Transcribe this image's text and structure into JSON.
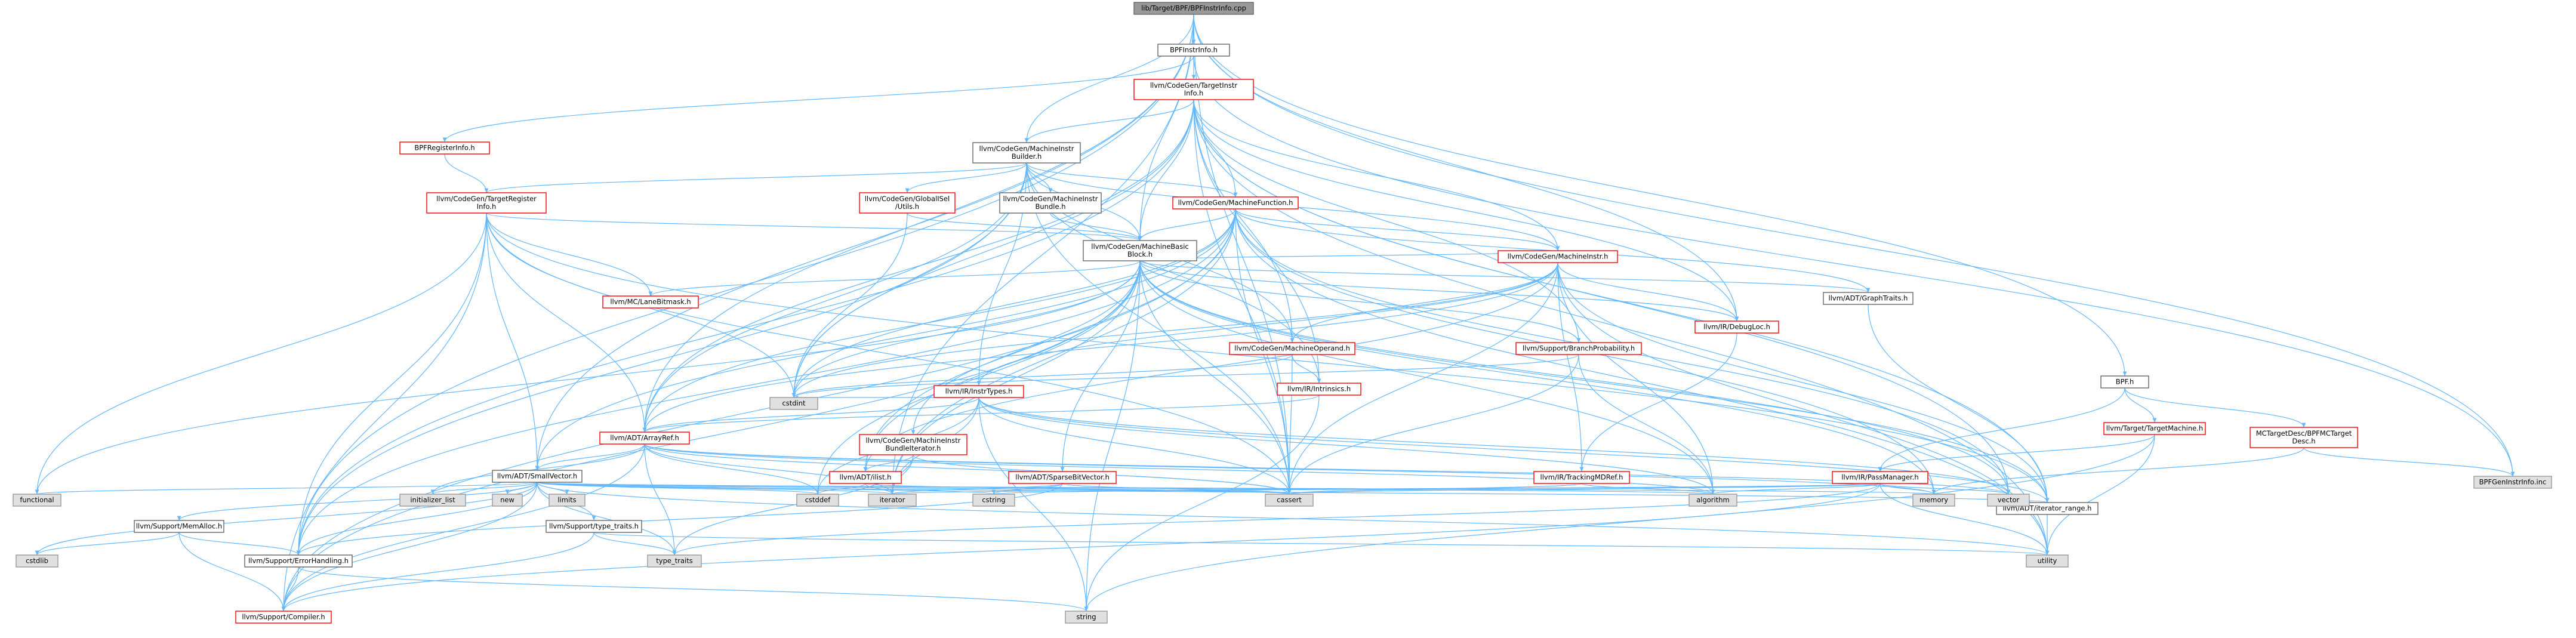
{
  "diagram": {
    "kind": "include dependency graph",
    "colors": {
      "edge": "#63b8ff",
      "root_fill": "#999999",
      "red_border": "#ff0000",
      "gray_border": "#999999",
      "black_border": "#666666",
      "default_fill": "#ffffff",
      "system_fill": "#e0e0e0"
    },
    "nodes": [
      {
        "id": "root",
        "label": "lib/Target/BPF/BPFInstrInfo.cpp",
        "style": "root"
      },
      {
        "id": "bpfinstrinfo_h",
        "label": "BPFInstrInfo.h",
        "style": "black"
      },
      {
        "id": "tii_h",
        "label": "llvm/CodeGen/TargetInstr\nInfo.h",
        "style": "red"
      },
      {
        "id": "bpfreginfo_h",
        "label": "BPFRegisterInfo.h",
        "style": "red"
      },
      {
        "id": "mib_h",
        "label": "llvm/CodeGen/MachineInstr\nBuilder.h",
        "style": "black"
      },
      {
        "id": "tri_h",
        "label": "llvm/CodeGen/TargetRegister\nInfo.h",
        "style": "red"
      },
      {
        "id": "gisel_utils",
        "label": "llvm/CodeGen/GlobalISel\n/Utils.h",
        "style": "red"
      },
      {
        "id": "mibundle_h",
        "label": "llvm/CodeGen/MachineInstr\nBundle.h",
        "style": "black"
      },
      {
        "id": "mf_h",
        "label": "llvm/CodeGen/MachineFunction.h",
        "style": "red"
      },
      {
        "id": "mbb_h",
        "label": "llvm/CodeGen/MachineBasic\nBlock.h",
        "style": "black"
      },
      {
        "id": "lanebitmask",
        "label": "llvm/MC/LaneBitmask.h",
        "style": "red"
      },
      {
        "id": "mi_h",
        "label": "llvm/CodeGen/MachineInstr.h",
        "style": "red"
      },
      {
        "id": "graphtraits",
        "label": "llvm/ADT/GraphTraits.h",
        "style": "black"
      },
      {
        "id": "mo_h",
        "label": "llvm/CodeGen/MachineOperand.h",
        "style": "red"
      },
      {
        "id": "branchprob",
        "label": "llvm/Support/BranchProbability.h",
        "style": "red"
      },
      {
        "id": "debugloc",
        "label": "llvm/IR/DebugLoc.h",
        "style": "red"
      },
      {
        "id": "intrinsics",
        "label": "llvm/IR/Intrinsics.h",
        "style": "red"
      },
      {
        "id": "instrtypes",
        "label": "llvm/IR/InstrTypes.h",
        "style": "red"
      },
      {
        "id": "bpf_h",
        "label": "BPF.h",
        "style": "black"
      },
      {
        "id": "targetmachine",
        "label": "llvm/Target/TargetMachine.h",
        "style": "red"
      },
      {
        "id": "mctargetdesc",
        "label": "MCTargetDesc/BPFMCTarget\nDesc.h",
        "style": "red"
      },
      {
        "id": "arrayref",
        "label": "llvm/ADT/ArrayRef.h",
        "style": "red"
      },
      {
        "id": "mibundleiter",
        "label": "llvm/CodeGen/MachineInstr\nBundleIterator.h",
        "style": "red"
      },
      {
        "id": "ilist",
        "label": "llvm/ADT/ilist.h",
        "style": "red"
      },
      {
        "id": "sparsebitvector",
        "label": "llvm/ADT/SparseBitVector.h",
        "style": "red"
      },
      {
        "id": "trackingmdref",
        "label": "llvm/IR/TrackingMDRef.h",
        "style": "red"
      },
      {
        "id": "passmanager",
        "label": "llvm/IR/PassManager.h",
        "style": "red"
      },
      {
        "id": "smallvector",
        "label": "llvm/ADT/SmallVector.h",
        "style": "black"
      },
      {
        "id": "iterrange",
        "label": "llvm/ADT/iterator_range.h",
        "style": "black"
      },
      {
        "id": "memalloc",
        "label": "llvm/Support/MemAlloc.h",
        "style": "black"
      },
      {
        "id": "typetraits_support",
        "label": "llvm/Support/type_traits.h",
        "style": "black"
      },
      {
        "id": "errorhandling",
        "label": "llvm/Support/ErrorHandling.h",
        "style": "black"
      },
      {
        "id": "compiler",
        "label": "llvm/Support/Compiler.h",
        "style": "red"
      },
      {
        "id": "bpfgeninstrinfo",
        "label": "BPFGenInstrInfo.inc",
        "style": "system"
      },
      {
        "id": "cstdint",
        "label": "cstdint",
        "style": "system"
      },
      {
        "id": "cassert",
        "label": "cassert",
        "style": "system"
      },
      {
        "id": "vector",
        "label": "vector",
        "style": "system"
      },
      {
        "id": "utility",
        "label": "utility",
        "style": "system"
      },
      {
        "id": "memory",
        "label": "memory",
        "style": "system"
      },
      {
        "id": "algorithm",
        "label": "algorithm",
        "style": "system"
      },
      {
        "id": "iterator",
        "label": "iterator",
        "style": "system"
      },
      {
        "id": "cstddef",
        "label": "cstddef",
        "style": "system"
      },
      {
        "id": "cstring",
        "label": "cstring",
        "style": "system"
      },
      {
        "id": "functional",
        "label": "functional",
        "style": "system"
      },
      {
        "id": "initlist",
        "label": "initializer_list",
        "style": "system"
      },
      {
        "id": "new",
        "label": "new",
        "style": "system"
      },
      {
        "id": "limits",
        "label": "limits",
        "style": "system"
      },
      {
        "id": "cstdlib",
        "label": "cstdlib",
        "style": "system"
      },
      {
        "id": "type_traits",
        "label": "type_traits",
        "style": "system"
      },
      {
        "id": "string",
        "label": "string",
        "style": "system"
      }
    ],
    "edges": [
      [
        "root",
        "bpfinstrinfo_h"
      ],
      [
        "root",
        "bpf_h"
      ],
      [
        "root",
        "mib_h"
      ],
      [
        "root",
        "mbb_h"
      ],
      [
        "root",
        "debugloc"
      ],
      [
        "root",
        "errorhandling"
      ],
      [
        "root",
        "cassert"
      ],
      [
        "root",
        "arrayref"
      ],
      [
        "root",
        "smallvector"
      ],
      [
        "root",
        "iterator"
      ],
      [
        "root",
        "bpfgeninstrinfo"
      ],
      [
        "bpfinstrinfo_h",
        "tii_h"
      ],
      [
        "bpfinstrinfo_h",
        "bpfreginfo_h"
      ],
      [
        "bpfinstrinfo_h",
        "bpfgeninstrinfo"
      ],
      [
        "tii_h",
        "mib_h"
      ],
      [
        "tii_h",
        "mf_h"
      ],
      [
        "tii_h",
        "mbb_h"
      ],
      [
        "tii_h",
        "mi_h"
      ],
      [
        "tii_h",
        "mo_h"
      ],
      [
        "tii_h",
        "arrayref"
      ],
      [
        "tii_h",
        "errorhandling"
      ],
      [
        "tii_h",
        "cassert"
      ],
      [
        "tii_h",
        "cstdint"
      ],
      [
        "tii_h",
        "utility"
      ],
      [
        "tii_h",
        "vector"
      ],
      [
        "tii_h",
        "debugloc"
      ],
      [
        "tii_h",
        "iterrange"
      ],
      [
        "tii_h",
        "intrinsics"
      ],
      [
        "tii_h",
        "branchprob"
      ],
      [
        "bpfreginfo_h",
        "tri_h"
      ],
      [
        "mib_h",
        "tri_h"
      ],
      [
        "mib_h",
        "gisel_utils"
      ],
      [
        "mib_h",
        "mibundle_h"
      ],
      [
        "mib_h",
        "mf_h"
      ],
      [
        "mib_h",
        "mbb_h"
      ],
      [
        "mib_h",
        "mi_h"
      ],
      [
        "mib_h",
        "mo_h"
      ],
      [
        "mib_h",
        "instrtypes"
      ],
      [
        "mib_h",
        "intrinsics"
      ],
      [
        "mib_h",
        "errorhandling"
      ],
      [
        "mib_h",
        "cassert"
      ],
      [
        "mib_h",
        "cstdint"
      ],
      [
        "mib_h",
        "arrayref"
      ],
      [
        "tri_h",
        "mbb_h"
      ],
      [
        "tri_h",
        "lanebitmask"
      ],
      [
        "tri_h",
        "arrayref"
      ],
      [
        "tri_h",
        "smallvector"
      ],
      [
        "tri_h",
        "iterrange"
      ],
      [
        "tri_h",
        "cassert"
      ],
      [
        "tri_h",
        "cstdint"
      ],
      [
        "tri_h",
        "functional"
      ],
      [
        "tri_h",
        "errorhandling"
      ],
      [
        "tri_h",
        "compiler"
      ],
      [
        "gisel_utils",
        "mbb_h"
      ],
      [
        "gisel_utils",
        "cstdint"
      ],
      [
        "mibundle_h",
        "mbb_h"
      ],
      [
        "mf_h",
        "mbb_h"
      ],
      [
        "mf_h",
        "mi_h"
      ],
      [
        "mf_h",
        "arrayref"
      ],
      [
        "mf_h",
        "graphtraits"
      ],
      [
        "mf_h",
        "ilist"
      ],
      [
        "mf_h",
        "iterator"
      ],
      [
        "mf_h",
        "cassert"
      ],
      [
        "mf_h",
        "cstdint"
      ],
      [
        "mf_h",
        "memory"
      ],
      [
        "mf_h",
        "utility"
      ],
      [
        "mf_h",
        "vector"
      ],
      [
        "mf_h",
        "errorhandling"
      ],
      [
        "mf_h",
        "smallvector"
      ],
      [
        "mf_h",
        "compiler"
      ],
      [
        "mbb_h",
        "graphtraits"
      ],
      [
        "mbb_h",
        "mi_h"
      ],
      [
        "mbb_h",
        "mibundleiter"
      ],
      [
        "mbb_h",
        "sparsebitvector"
      ],
      [
        "mbb_h",
        "ilist"
      ],
      [
        "mbb_h",
        "iterrange"
      ],
      [
        "mbb_h",
        "debugloc"
      ],
      [
        "mbb_h",
        "branchprob"
      ],
      [
        "mbb_h",
        "lanebitmask"
      ],
      [
        "mbb_h",
        "cassert"
      ],
      [
        "mbb_h",
        "cstdint"
      ],
      [
        "mbb_h",
        "iterator"
      ],
      [
        "mbb_h",
        "string"
      ],
      [
        "mbb_h",
        "vector"
      ],
      [
        "mbb_h",
        "functional"
      ],
      [
        "mbb_h",
        "memory"
      ],
      [
        "mbb_h",
        "algorithm"
      ],
      [
        "mbb_h",
        "cstddef"
      ],
      [
        "mbb_h",
        "compiler"
      ],
      [
        "mi_h",
        "mo_h"
      ],
      [
        "mi_h",
        "debugloc"
      ],
      [
        "mi_h",
        "arrayref"
      ],
      [
        "mi_h",
        "iterrange"
      ],
      [
        "mi_h",
        "cassert"
      ],
      [
        "mi_h",
        "cstdint"
      ],
      [
        "mi_h",
        "utility"
      ],
      [
        "mi_h",
        "algorithm"
      ],
      [
        "mi_h",
        "ilist"
      ],
      [
        "mi_h",
        "trackingmdref"
      ],
      [
        "mi_h",
        "instrtypes"
      ],
      [
        "graphtraits",
        "iterrange"
      ],
      [
        "mo_h",
        "intrinsics"
      ],
      [
        "mo_h",
        "cassert"
      ],
      [
        "mo_h",
        "cstdint"
      ],
      [
        "branchprob",
        "algorithm"
      ],
      [
        "branchprob",
        "cassert"
      ],
      [
        "branchprob",
        "cstdint"
      ],
      [
        "debugloc",
        "trackingmdref"
      ],
      [
        "intrinsics",
        "arrayref"
      ],
      [
        "intrinsics",
        "string"
      ],
      [
        "instrtypes",
        "arrayref"
      ],
      [
        "instrtypes",
        "iterator"
      ],
      [
        "instrtypes",
        "cassert"
      ],
      [
        "instrtypes",
        "cstddef"
      ],
      [
        "instrtypes",
        "cstdint"
      ],
      [
        "instrtypes",
        "string"
      ],
      [
        "instrtypes",
        "vector"
      ],
      [
        "instrtypes",
        "algorithm"
      ],
      [
        "instrtypes",
        "iterrange"
      ],
      [
        "bpf_h",
        "targetmachine"
      ],
      [
        "bpf_h",
        "mctargetdesc"
      ],
      [
        "bpf_h",
        "passmanager"
      ],
      [
        "targetmachine",
        "passmanager"
      ],
      [
        "targetmachine",
        "string"
      ],
      [
        "targetmachine",
        "utility"
      ],
      [
        "mctargetdesc",
        "bpfgeninstrinfo"
      ],
      [
        "mctargetdesc",
        "memory"
      ],
      [
        "arrayref",
        "smallvector"
      ],
      [
        "arrayref",
        "compiler"
      ],
      [
        "arrayref",
        "algorithm"
      ],
      [
        "arrayref",
        "array"
      ],
      [
        "arrayref",
        "cassert"
      ],
      [
        "arrayref",
        "cstddef"
      ],
      [
        "arrayref",
        "initlist"
      ],
      [
        "arrayref",
        "iterator"
      ],
      [
        "arrayref",
        "memory"
      ],
      [
        "arrayref",
        "type_traits"
      ],
      [
        "arrayref",
        "vector"
      ],
      [
        "mibundleiter",
        "ilist"
      ],
      [
        "mibundleiter",
        "cassert"
      ],
      [
        "mibundleiter",
        "iterator"
      ],
      [
        "mibundleiter",
        "type_traits"
      ],
      [
        "ilist",
        "cassert"
      ],
      [
        "ilist",
        "cstddef"
      ],
      [
        "ilist",
        "iterator"
      ],
      [
        "sparsebitvector",
        "errorhandling"
      ],
      [
        "sparsebitvector",
        "cassert"
      ],
      [
        "sparsebitvector",
        "cstring"
      ],
      [
        "sparsebitvector",
        "iterator"
      ],
      [
        "trackingmdref",
        "algorithm"
      ],
      [
        "trackingmdref",
        "cassert"
      ],
      [
        "passmanager",
        "cassert"
      ],
      [
        "passmanager",
        "cstring"
      ],
      [
        "passmanager",
        "iterator"
      ],
      [
        "passmanager",
        "memory"
      ],
      [
        "passmanager",
        "utility"
      ],
      [
        "passmanager",
        "vector"
      ],
      [
        "passmanager",
        "algorithm"
      ],
      [
        "passmanager",
        "type_traits"
      ],
      [
        "passmanager",
        "compiler"
      ],
      [
        "smallvector",
        "memalloc"
      ],
      [
        "smallvector",
        "typetraits_support"
      ],
      [
        "smallvector",
        "compiler"
      ],
      [
        "smallvector",
        "algorithm"
      ],
      [
        "smallvector",
        "cassert"
      ],
      [
        "smallvector",
        "cstddef"
      ],
      [
        "smallvector",
        "cstdlib"
      ],
      [
        "smallvector",
        "cstring"
      ],
      [
        "smallvector",
        "functional"
      ],
      [
        "smallvector",
        "initlist"
      ],
      [
        "smallvector",
        "iterator"
      ],
      [
        "smallvector",
        "limits"
      ],
      [
        "smallvector",
        "memory"
      ],
      [
        "smallvector",
        "new"
      ],
      [
        "smallvector",
        "type_traits"
      ],
      [
        "smallvector",
        "utility"
      ],
      [
        "smallvector",
        "iterrange"
      ],
      [
        "smallvector",
        "errorhandling"
      ],
      [
        "iterrange",
        "utility"
      ],
      [
        "memalloc",
        "compiler"
      ],
      [
        "memalloc",
        "errorhandling"
      ],
      [
        "memalloc",
        "cstdlib"
      ],
      [
        "typetraits_support",
        "compiler"
      ],
      [
        "typetraits_support",
        "type_traits"
      ],
      [
        "typetraits_support",
        "utility"
      ],
      [
        "errorhandling",
        "compiler"
      ],
      [
        "errorhandling",
        "string"
      ]
    ]
  }
}
